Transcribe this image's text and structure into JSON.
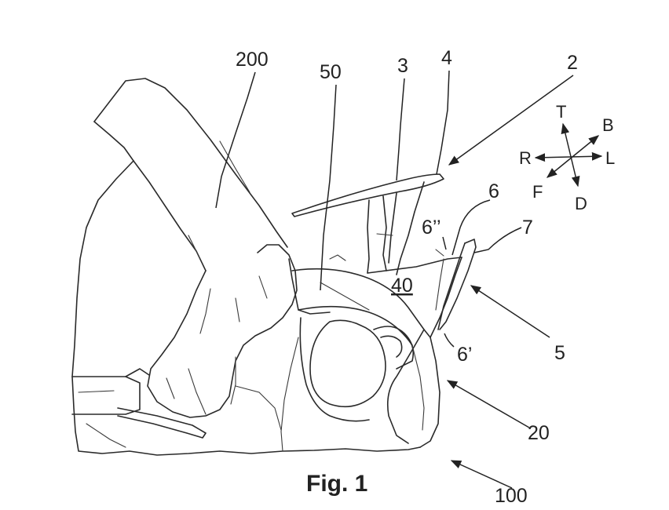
{
  "figure": {
    "caption": "Fig. 1",
    "reference_numerals": {
      "n200": "200",
      "n50": "50",
      "n3": "3",
      "n4": "4",
      "n2": "2",
      "n6": "6",
      "n6pp": "6’’",
      "n7": "7",
      "n40": "40",
      "n5": "5",
      "n6p": "6’",
      "n20": "20",
      "n100": "100"
    },
    "direction_labels": {
      "top": "T",
      "back": "B",
      "right": "R",
      "left": "L",
      "front": "F",
      "down": "D"
    }
  }
}
